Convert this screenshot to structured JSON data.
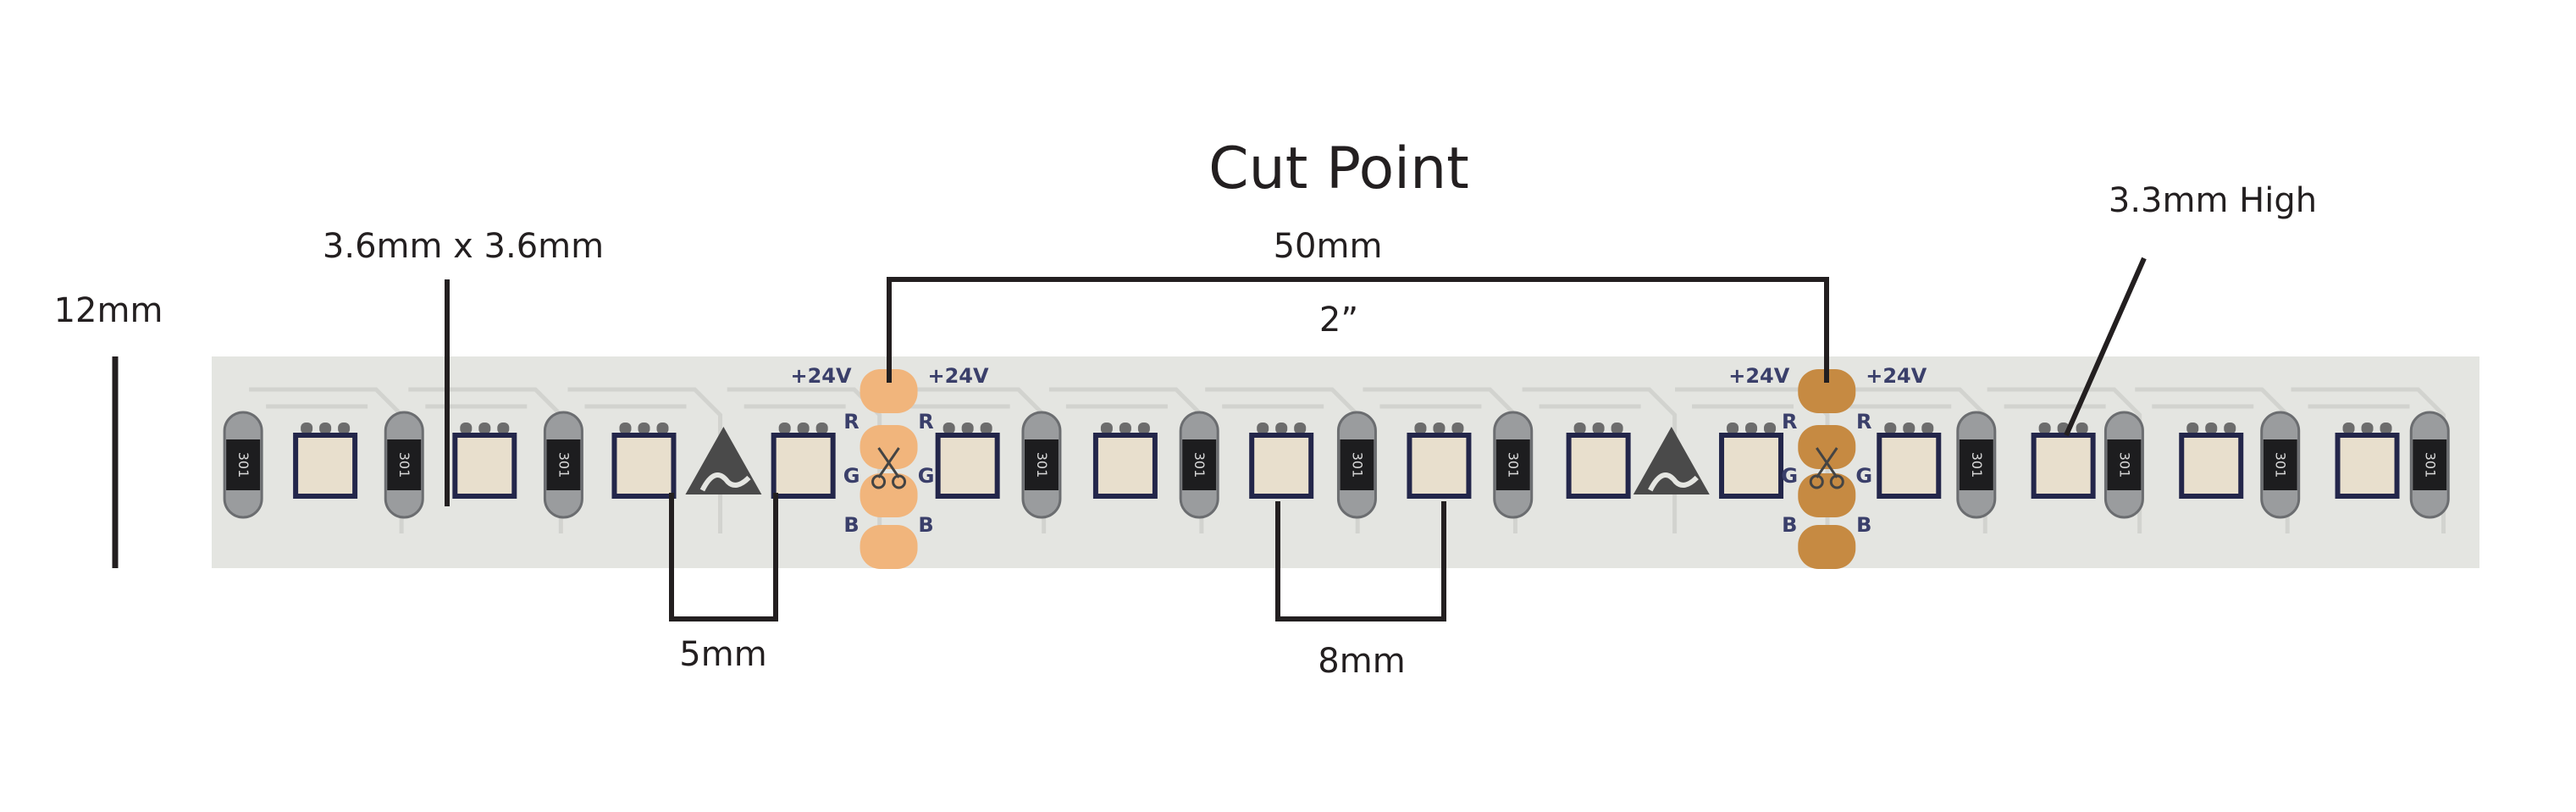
{
  "title": "Cut Point",
  "labels": {
    "led_size": "3.6mm x 3.6mm",
    "width": "12mm",
    "cut_length_mm": "50mm",
    "cut_length_in": "2”",
    "height": "3.3mm High",
    "led_pitch_small": "5mm",
    "led_pitch_large": "8mm"
  },
  "pcb": {
    "voltage": "+24V",
    "channels": [
      "R",
      "G",
      "B"
    ],
    "resistor_code": "301"
  },
  "colors": {
    "strip": "#e4e5e1",
    "pad_left": "#f1b57c",
    "pad_right": "#c68a42",
    "line": "#231f20"
  },
  "icons": [
    "esd-warning-icon",
    "scissors-icon"
  ]
}
